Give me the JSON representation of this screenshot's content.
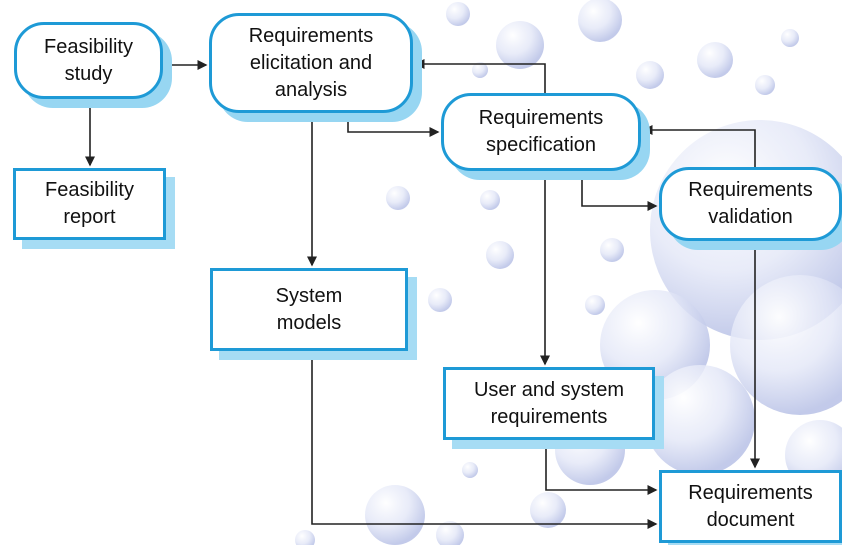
{
  "colors": {
    "border": "#1e9ad6",
    "shadow": "#97d6f2",
    "arrow": "#222222",
    "bubbles": "#c9d0ee"
  },
  "nodes": {
    "feasibility_study": {
      "label": "Feasibility\nstudy",
      "kind": "process"
    },
    "elicitation": {
      "label": "Requirements\nelicitation and\nanalysis",
      "kind": "process"
    },
    "specification": {
      "label": "Requirements\nspecification",
      "kind": "process"
    },
    "validation": {
      "label": "Requirements\nvalidation",
      "kind": "process"
    },
    "feasibility_report": {
      "label": "Feasibility\nreport",
      "kind": "artifact"
    },
    "system_models": {
      "label": "System\nmodels",
      "kind": "artifact"
    },
    "user_system_requirements": {
      "label": "User and system\nrequirements",
      "kind": "artifact"
    },
    "requirements_document": {
      "label": "Requirements\ndocument",
      "kind": "artifact"
    }
  },
  "edges": [
    {
      "from": "feasibility_study",
      "to": "elicitation"
    },
    {
      "from": "feasibility_study",
      "to": "feasibility_report"
    },
    {
      "from": "elicitation",
      "to": "specification"
    },
    {
      "from": "elicitation",
      "to": "system_models"
    },
    {
      "from": "specification",
      "to": "elicitation"
    },
    {
      "from": "specification",
      "to": "validation"
    },
    {
      "from": "specification",
      "to": "user_system_requirements"
    },
    {
      "from": "validation",
      "to": "specification"
    },
    {
      "from": "validation",
      "to": "requirements_document"
    },
    {
      "from": "user_system_requirements",
      "to": "requirements_document"
    },
    {
      "from": "system_models",
      "to": "requirements_document"
    }
  ]
}
